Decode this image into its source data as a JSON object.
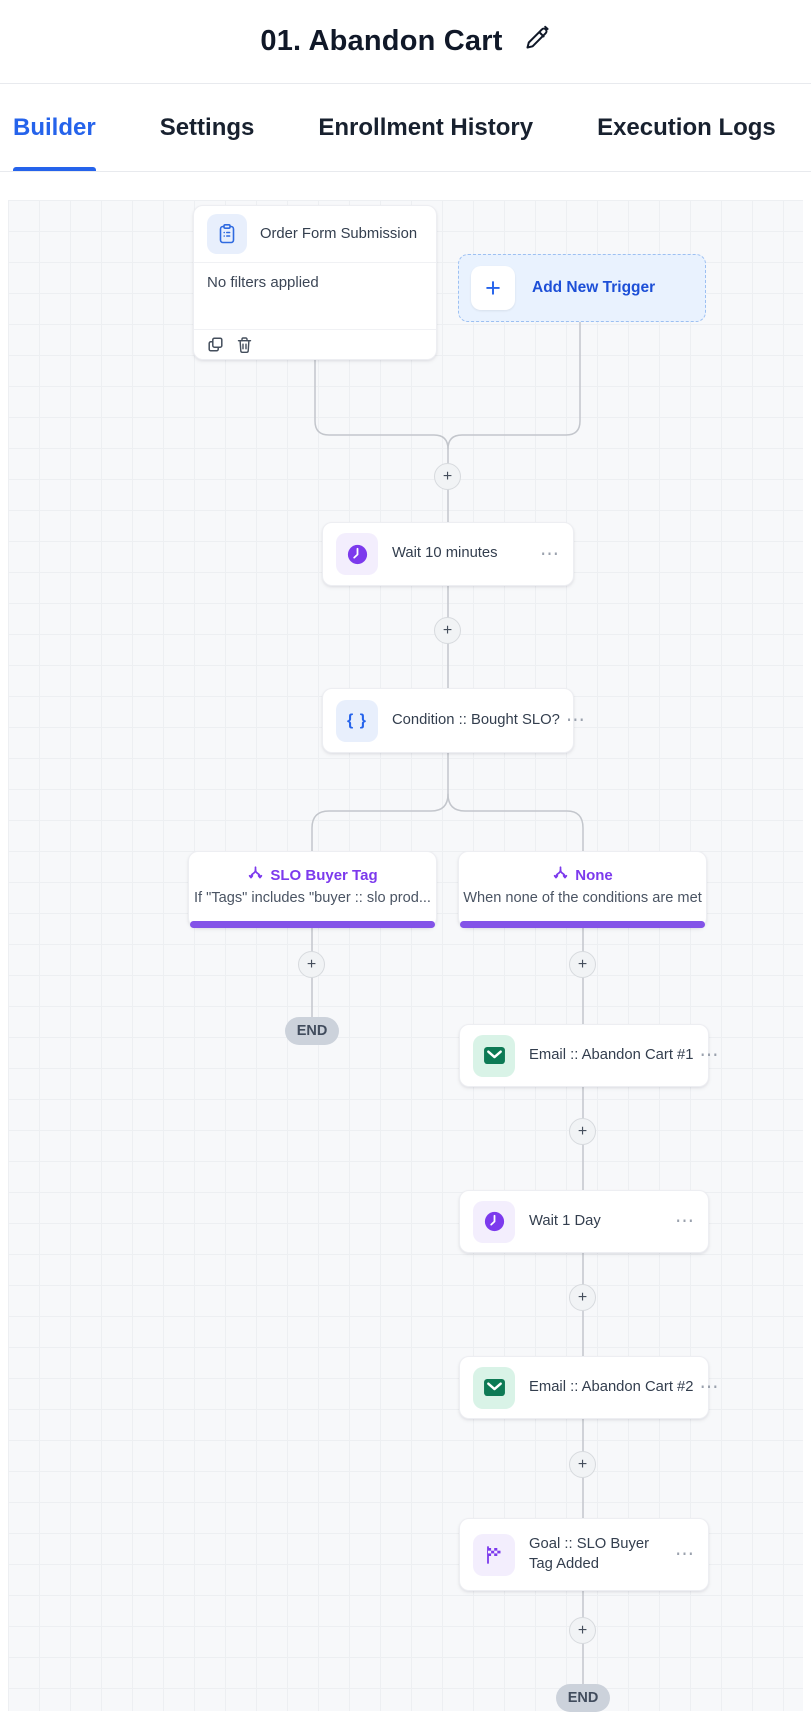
{
  "header": {
    "title": "01. Abandon Cart"
  },
  "tabs": {
    "builder": "Builder",
    "settings": "Settings",
    "enrollment_history": "Enrollment History",
    "execution_logs": "Execution Logs"
  },
  "workflow": {
    "trigger": {
      "title": "Order Form Submission",
      "filters_text": "No filters applied"
    },
    "add_trigger_label": "Add New Trigger",
    "wait_10": "Wait 10 minutes",
    "condition": "Condition :: Bought SLO?",
    "branch_left": {
      "title": "SLO Buyer Tag",
      "subtitle": "If \"Tags\" includes \"buyer :: slo prod..."
    },
    "branch_right": {
      "title": "None",
      "subtitle": "When none of the conditions are met"
    },
    "email_1": "Email :: Abandon Cart #1",
    "wait_1_day": "Wait 1 Day",
    "email_2": "Email :: Abandon Cart #2",
    "goal": "Goal :: SLO Buyer Tag Added",
    "end_label": "END"
  },
  "icons": {
    "plus": "+",
    "menu": "⋯",
    "condition_braces": "{ }"
  },
  "colors": {
    "accent_blue": "#2563eb",
    "accent_purple": "#7c3aed",
    "branch_bar_purple": "#8353e8",
    "email_green": "#0d7a55",
    "canvas_bg": "#f7f8fa"
  }
}
